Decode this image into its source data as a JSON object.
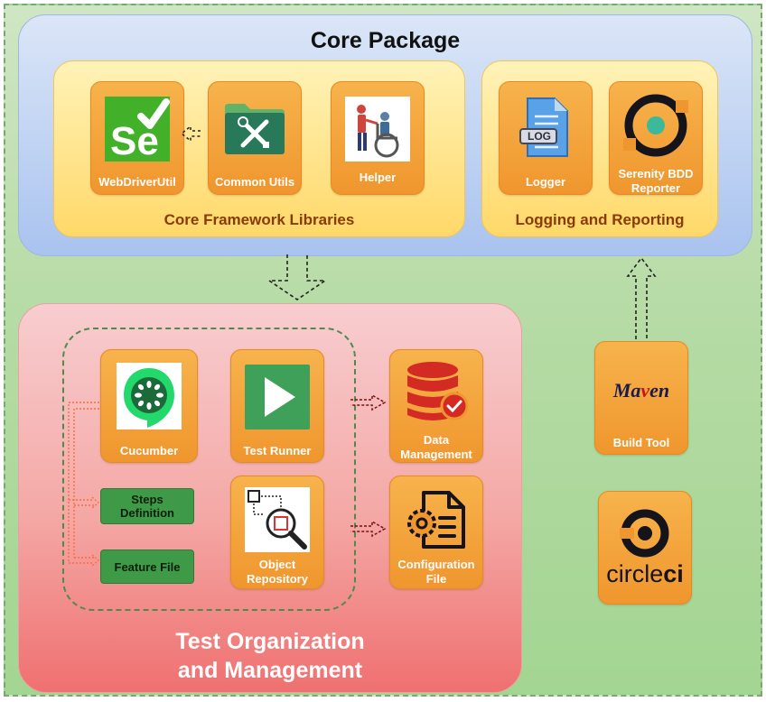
{
  "core": {
    "title": "Core Package",
    "framework_group": {
      "label": "Core Framework Libraries",
      "tiles": [
        {
          "label": "WebDriverUtil",
          "icon": "selenium-icon"
        },
        {
          "label": "Common Utils",
          "icon": "tools-folder-icon"
        },
        {
          "label": "Helper",
          "icon": "helper-wheelchair-icon"
        }
      ]
    },
    "logging_group": {
      "label": "Logging and Reporting",
      "tiles": [
        {
          "label": "Logger",
          "icon": "log-file-icon",
          "icon_text": "LOG"
        },
        {
          "label": "Serenity BDD Reporter",
          "label_line1": "Serenity BDD",
          "label_line2": "Reporter",
          "icon": "serenity-icon"
        }
      ]
    }
  },
  "test_org": {
    "title_line1": "Test Organization",
    "title_line2": "and Management",
    "tiles": {
      "cucumber": {
        "label": "Cucumber",
        "icon": "cucumber-icon"
      },
      "test_runner": {
        "label": "Test Runner",
        "icon": "play-icon"
      },
      "object_repository": {
        "label_line1": "Object",
        "label_line2": "Repository",
        "icon": "object-search-icon"
      },
      "data_management": {
        "label_line1": "Data",
        "label_line2": "Management",
        "icon": "database-check-icon"
      },
      "configuration_file": {
        "label_line1": "Configuration",
        "label_line2": "File",
        "icon": "config-file-icon"
      }
    },
    "chips": {
      "steps_definition": {
        "line1": "Steps",
        "line2": "Definition"
      },
      "feature_file": {
        "label": "Feature File"
      }
    }
  },
  "tools": {
    "maven": {
      "logo_text_1": "Ma",
      "logo_text_2": "v",
      "logo_text_3": "en",
      "label": "Build Tool",
      "icon": "maven-logo"
    },
    "circleci": {
      "text_1": "circle",
      "text_2": "ci",
      "icon": "circleci-logo"
    }
  },
  "colors": {
    "tile_orange": "#f0962e",
    "group_yellow": "#ffd869",
    "core_blue": "#a9c3ef",
    "test_red": "#ef7070",
    "background_green": "#b6dba5",
    "arrow_dark_red": "#7a1010",
    "arrow_orange_dotted": "#ff6a3d"
  }
}
